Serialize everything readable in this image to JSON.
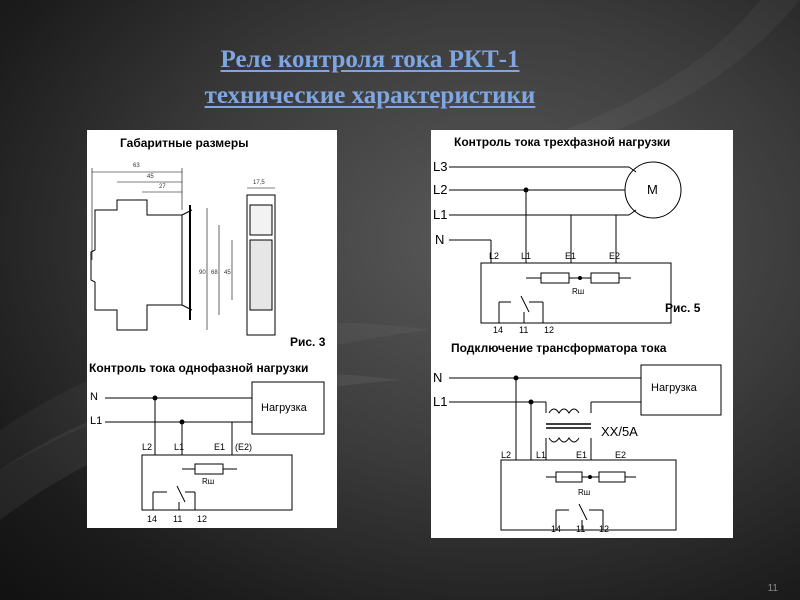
{
  "slide": {
    "title_line1": "Реле контроля тока РКТ-1",
    "title_line2": "технические характеристики",
    "page_number": "11"
  },
  "figure_left": {
    "dimensions_title": "Габаритные размеры",
    "dim_63": "63",
    "dim_45": "45",
    "dim_27": "27",
    "dim_175": "17,5",
    "dim_90": "90",
    "dim_68": "68",
    "dim_45v": "45",
    "fig3": "Рис. 3",
    "single_phase_title": "Контроль тока однофазной нагрузки",
    "label_N": "N",
    "label_L1": "L1",
    "load": "Нагрузка",
    "term_L2": "L2",
    "term_L1": "L1",
    "term_E1": "E1",
    "term_E2": "(E2)",
    "resistor": "Rш",
    "contact_14": "14",
    "contact_11": "11",
    "contact_12": "12"
  },
  "figure_right": {
    "three_phase_title": "Контроль тока трехфазной нагрузки",
    "label_L3": "L3",
    "label_L2": "L2",
    "label_L1": "L1",
    "label_N": "N",
    "motor": "M",
    "term_L2": "L2",
    "term_L1": "L1",
    "term_E1": "E1",
    "term_E2": "E2",
    "resistor": "Rш",
    "contact_14": "14",
    "contact_11": "11",
    "contact_12": "12",
    "fig5": "Рис. 5",
    "transformer_title": "Подключение трансформатора тока",
    "t_label_N": "N",
    "t_label_L1": "L1",
    "load": "Нагрузка",
    "ratio": "XX/5A",
    "t_term_L2": "L2",
    "t_term_L1": "L1",
    "t_term_E1": "E1",
    "t_term_E2": "E2",
    "t_resistor": "Rш",
    "t_contact_14": "14",
    "t_contact_11": "11",
    "t_contact_12": "12"
  },
  "colors": {
    "title": "#7fa6e0",
    "background": "#3b3b3b"
  }
}
